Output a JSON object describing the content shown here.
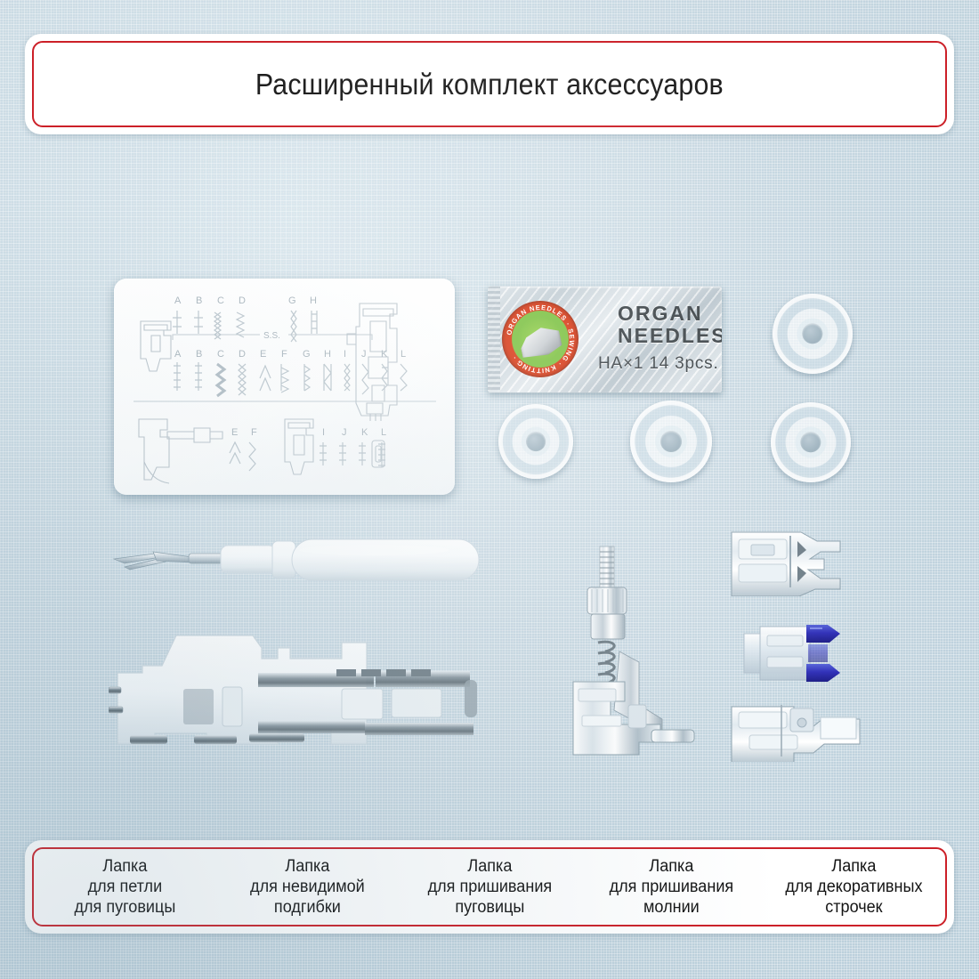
{
  "page": {
    "background_color": "#c9d9e2",
    "accent_color": "#cc2028",
    "panel_color": "#ffffff"
  },
  "header": {
    "title": "Расширенный комплект аксессуаров"
  },
  "captions": [
    {
      "line1": "Лапка",
      "line2": "для петли",
      "line3": "для пуговицы"
    },
    {
      "line1": "Лапка",
      "line2": "для невидимой",
      "line3": "подгибки"
    },
    {
      "line1": "Лапка",
      "line2": "для пришивания",
      "line3": "пуговицы"
    },
    {
      "line1": "Лапка",
      "line2": "для пришивания",
      "line3": "молнии"
    },
    {
      "line1": "Лапка",
      "line2": "для декоративных",
      "line3": "строчек"
    }
  ],
  "needle_packet": {
    "brand": "ORGAN",
    "type": "NEEDLES",
    "spec": "HA×1 14 3pcs.",
    "logo_text": "ORGAN NEEDLES · SEWING · KNITTING ·"
  },
  "stitch_guide": {
    "row1_letters": [
      "A",
      "B",
      "C",
      "D",
      "G",
      "H"
    ],
    "row2_label": "S.S.",
    "row2_letters": [
      "A",
      "B",
      "C",
      "D",
      "E",
      "F",
      "G",
      "H",
      "I",
      "J",
      "K",
      "L"
    ],
    "row3_letters": [
      "E",
      "F"
    ],
    "row4_letters": [
      "I",
      "J",
      "K",
      "L"
    ]
  },
  "items": [
    {
      "name": "stitch-guide-card",
      "label": "Карта образцов строчек"
    },
    {
      "name": "needle-packet",
      "label": "Иглы Organ"
    },
    {
      "name": "bobbin",
      "label": "Шпулька"
    },
    {
      "name": "seam-ripper",
      "label": "Вспарыватель"
    },
    {
      "name": "buttonhole-foot",
      "label": "Лапка для петли для пуговицы"
    },
    {
      "name": "button-sewing-foot",
      "label": "Лапка для пришивания пуговицы"
    },
    {
      "name": "invisible-hem-foot",
      "label": "Лапка для невидимой подгибки"
    },
    {
      "name": "decorative-stitch-foot",
      "label": "Лапка для декоративных строчек"
    },
    {
      "name": "zipper-foot",
      "label": "Лапка для пришивания молнии"
    }
  ]
}
